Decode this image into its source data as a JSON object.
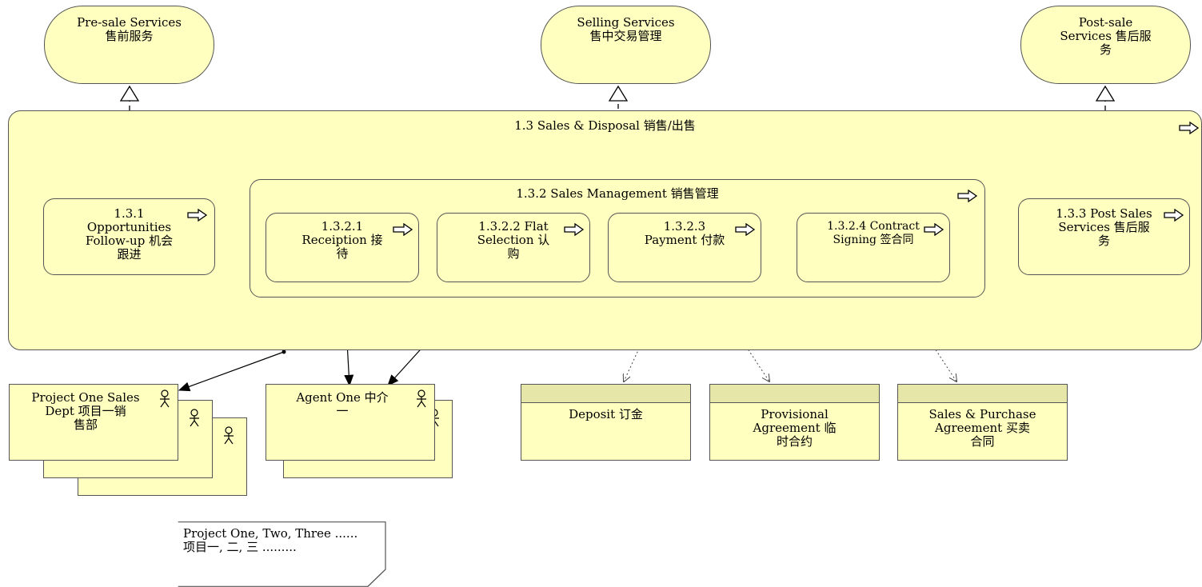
{
  "services": {
    "presale": "Pre-sale Services\n售前服务",
    "selling": "Selling Services\n售中交易管理",
    "postsale": "Post-sale\nServices 售后服\n务"
  },
  "process": {
    "sales_disposal": "1.3 Sales & Disposal 销售/出售",
    "opportunities": "1.3.1\nOpportunities\nFollow-up 机会\n跟进",
    "sales_management": "1.3.2 Sales Management 销售管理",
    "reception": "1.3.2.1\nReceiption 接\n待",
    "flat_selection": "1.3.2.2 Flat\nSelection 认\n购",
    "payment": "1.3.2.3\nPayment 付款",
    "contract_signing": "1.3.2.4 Contract\nSigning 签合同",
    "post_sales": "1.3.3 Post Sales\nServices 售后服\n务"
  },
  "actors": {
    "sales_dept": "Project One Sales\nDept 项目一销\n售部",
    "agent": "Agent One  中介\n一"
  },
  "objects": {
    "deposit": "Deposit 订金",
    "provisional": "Provisional\nAgreement 临\n时合约",
    "purchase": "Sales & Purchase\nAgreement 买卖\n合同"
  },
  "note": {
    "text": "Project One, Two, Three ......\n项目一, 二, 三 ........."
  },
  "icons": {
    "process": "process-arrow-icon",
    "actor": "actor-icon"
  },
  "colors": {
    "fill": "#ffffc0",
    "border": "#555555",
    "object_header": "#e6e6a8"
  }
}
